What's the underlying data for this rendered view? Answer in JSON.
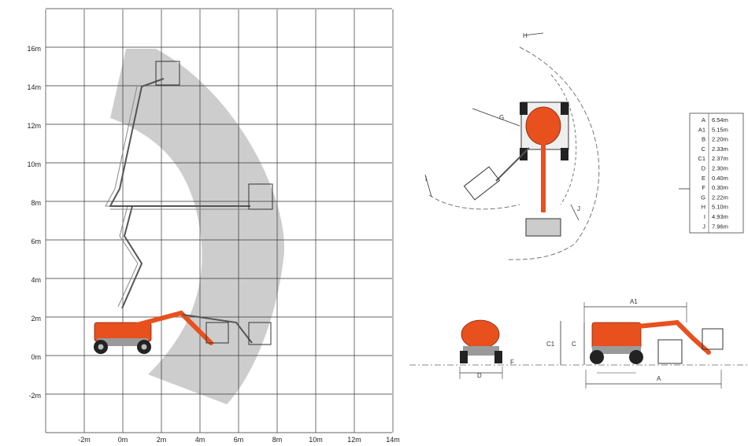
{
  "chart": {
    "x_ticks": [
      "-2m",
      "0m",
      "2m",
      "4m",
      "6m",
      "8m",
      "10m",
      "12m",
      "14m"
    ],
    "y_ticks": [
      "16m",
      "14m",
      "12m",
      "10m",
      "8m",
      "6m",
      "4m",
      "2m",
      "0m",
      "-2m"
    ]
  },
  "dimension_letters": {
    "H": "H",
    "G": "G",
    "I": "I",
    "J": "J",
    "A1": "A1",
    "C1": "C1",
    "C": "C",
    "A": "A",
    "D": "D",
    "F": "F"
  },
  "specs": [
    {
      "key": "A",
      "value": "6.54m"
    },
    {
      "key": "A1",
      "value": "5.15m"
    },
    {
      "key": "B",
      "value": "2.20m"
    },
    {
      "key": "C",
      "value": "2.33m"
    },
    {
      "key": "C1",
      "value": "2.37m"
    },
    {
      "key": "D",
      "value": "2.30m"
    },
    {
      "key": "E",
      "value": "0.40m"
    },
    {
      "key": "F",
      "value": "0.30m"
    },
    {
      "key": "G",
      "value": "2.22m"
    },
    {
      "key": "H",
      "value": "5.10m"
    },
    {
      "key": "I",
      "value": "4.93m"
    },
    {
      "key": "J",
      "value": "7.96m"
    }
  ],
  "colors": {
    "machine_orange": "#e8501e",
    "envelope_gray": "#c8c8c8",
    "grid": "#333333"
  }
}
